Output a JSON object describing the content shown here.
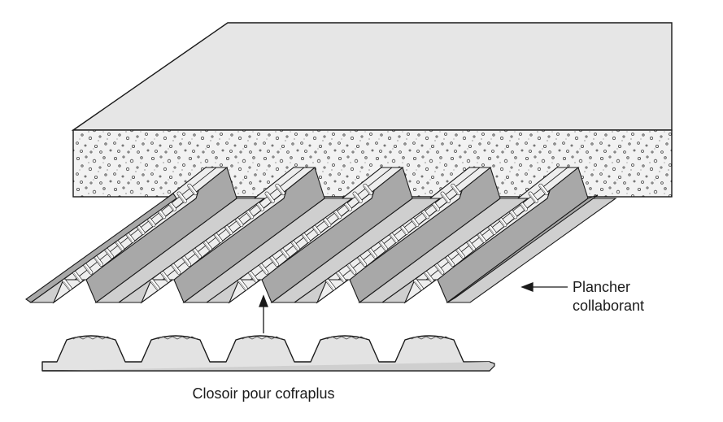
{
  "labels": {
    "deck_line1": "Plancher",
    "deck_line2": "collaborant",
    "closure": "Closoir pour cofraplus"
  },
  "colors": {
    "ink": "#1a1a1a",
    "slab_top": "#e6e6e6",
    "concrete": "#f2f2f2",
    "steel_light": "#eeeeee",
    "steel_mid": "#cfcfcf",
    "steel_dark": "#a8a8a8",
    "closure_fill": "#e3e3e3"
  },
  "deck": {
    "rib_count": 5,
    "slots_per_web": 13
  },
  "closure_piece": {
    "rib_count": 5
  }
}
